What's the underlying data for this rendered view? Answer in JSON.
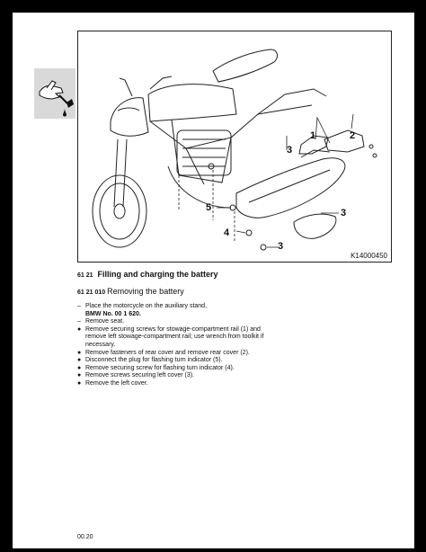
{
  "sidebar": {
    "icon": "hand-with-oil-can-icon"
  },
  "figure": {
    "code": "K14000450",
    "callouts": [
      "1",
      "2",
      "3",
      "3",
      "3",
      "4",
      "5"
    ]
  },
  "section": {
    "code": "61 21",
    "title": "Filling and charging the battery"
  },
  "subsection": {
    "code": "61 21 010",
    "title": "Removing the battery"
  },
  "steps": [
    {
      "marker": "–",
      "text": "Place the motorcycle on the auxiliary stand,",
      "bold": "BMW No. 00 1 620."
    },
    {
      "marker": "–",
      "text": "Remove seat.",
      "bold": ""
    },
    {
      "marker": "●",
      "text": "Remove securing screws for stowage-compartment rail (1) and remove left stowage-compartment rail; use wrench from toolkit if necessary.",
      "bold": ""
    },
    {
      "marker": "●",
      "text": "Remove fasteners of rear cover and remove rear cover (2).",
      "bold": ""
    },
    {
      "marker": "●",
      "text": "Disconnect the plug for flashing turn indicator (5).",
      "bold": ""
    },
    {
      "marker": "●",
      "text": "Remove securing screw for flashing turn indicator (4).",
      "bold": ""
    },
    {
      "marker": "●",
      "text": "Remove screws securing left cover (3).",
      "bold": ""
    },
    {
      "marker": "●",
      "text": "Remove the left cover.",
      "bold": ""
    }
  ],
  "page_number": "00.20"
}
